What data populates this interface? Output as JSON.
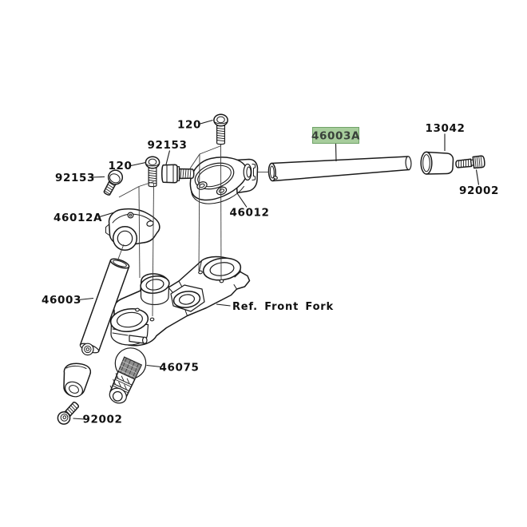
{
  "diagram": {
    "type": "motorcycle-parts-exploded-diagram",
    "background": "#ffffff",
    "ink": "#1a1a1a",
    "highlighted_part": "46003A",
    "highlight": {
      "bg": "#a7cd9c",
      "border": "#70a368",
      "text_color": "#39413a"
    },
    "labels": {
      "screw_120_top": "120",
      "screw_92153_top": "92153",
      "handle_46003a": "46003A",
      "weight_13042": "13042",
      "screw_92002_right": "92002",
      "screw_120_left": "120",
      "screw_92153_left": "92153",
      "holder_46012a": "46012A",
      "holder_46012": "46012",
      "handle_46003": "46003",
      "ref_front_fork": "Ref. Front Fork",
      "grip_46075": "46075",
      "screw_92002_bottom": "92002"
    }
  }
}
